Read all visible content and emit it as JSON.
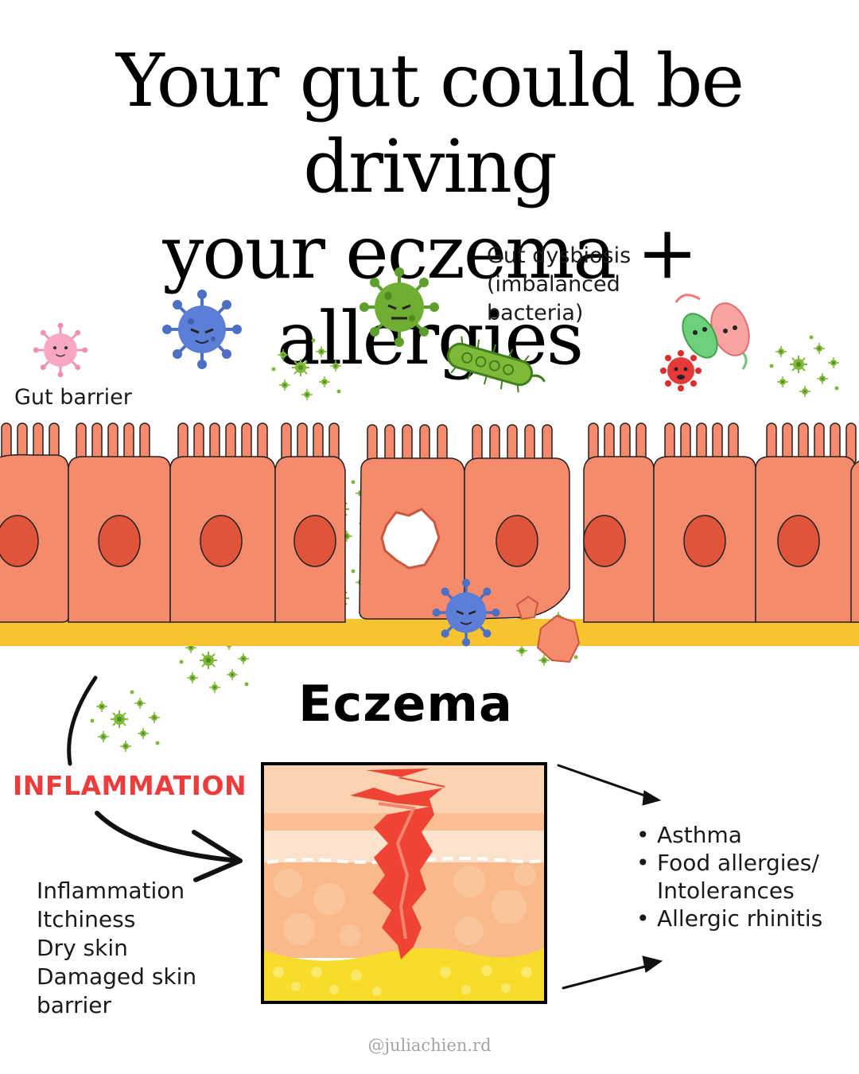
{
  "title": {
    "line1": "Your gut could be driving",
    "line2": "your eczema + allergies"
  },
  "labels": {
    "gut_barrier": "Gut barrier",
    "gut_dysbiosis": [
      "Gut dysbiosis",
      "(imbalanced",
      "bacteria)"
    ],
    "eczema": "Eczema",
    "inflammation": "INFLAMMATION"
  },
  "symptoms": [
    "Inflammation",
    "Itchiness",
    "Dry skin",
    "Damaged skin",
    "barrier"
  ],
  "conditions": [
    "Asthma",
    "Food allergies/",
    "Intolerances",
    "Allergic rhinitis"
  ],
  "credit": "@juliachien.rd",
  "colors": {
    "cell": "#f58a6c",
    "nucleus": "#e0553a",
    "barrier_band": "#f7c331",
    "inflammation_text": "#ee3b3b",
    "virus_blue": "#4d6fc4",
    "virus_green": "#5e9e2c",
    "virus_pink": "#f48fb1"
  },
  "icons": [
    "virus-blue-icon",
    "virus-green-icon",
    "virus-pink-icon",
    "bacteria-rod-icon",
    "bacteria-cluster-icon",
    "microbe-spores-icon",
    "arrow-icon"
  ]
}
